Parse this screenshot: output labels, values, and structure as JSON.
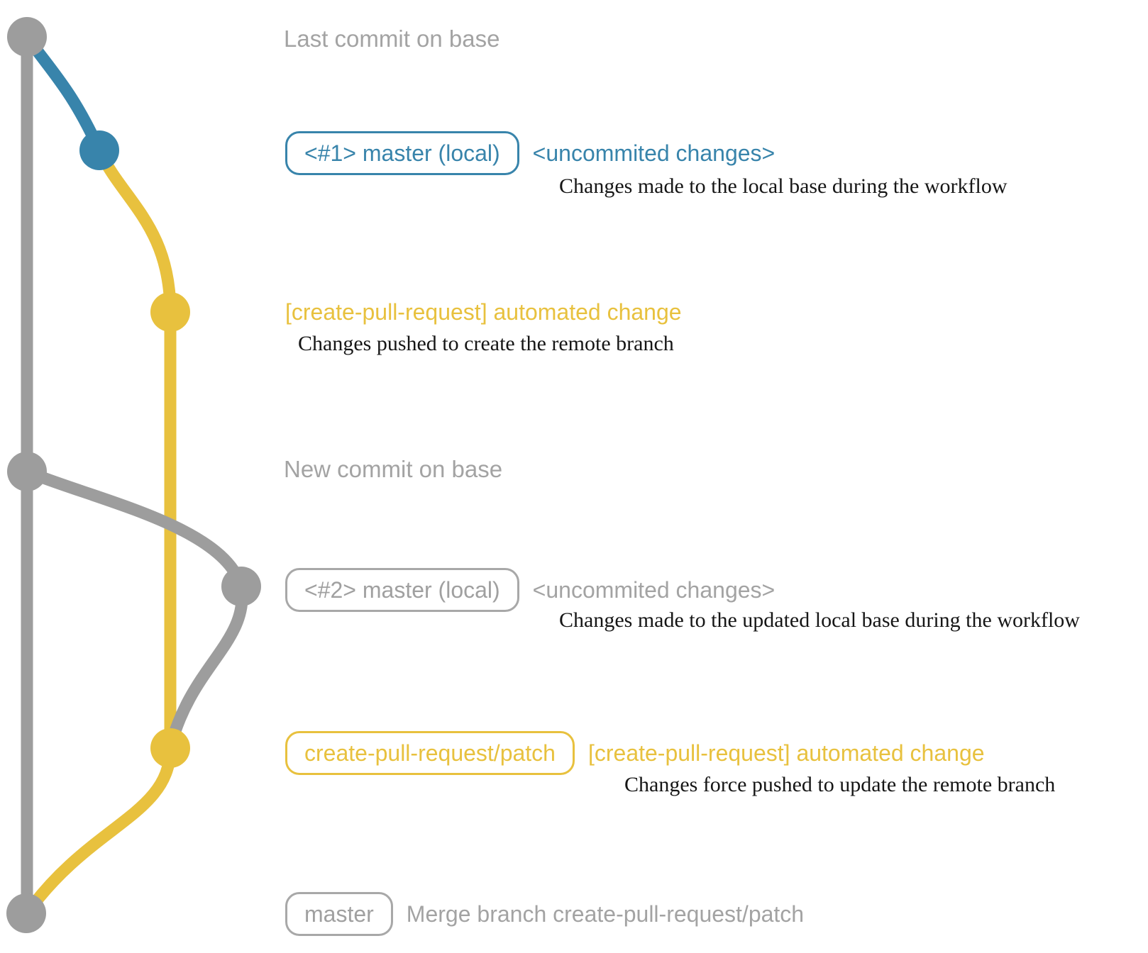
{
  "colors": {
    "graph_gray": "#9d9d9d",
    "branch_blue": "#3884ab",
    "branch_yellow": "#e8c13e",
    "label_gray": "#a3a3a3",
    "description_ink": "#161616"
  },
  "labels": {
    "last_commit_on_base": "Last commit on base",
    "new_commit_on_base": "New commit on base"
  },
  "commits": {
    "local1": {
      "badge": "<#1> master (local)",
      "message": "<uncommited changes>",
      "description": "Changes made to the local base during the workflow"
    },
    "patch1": {
      "message": "[create-pull-request] automated change",
      "description": "Changes pushed to create the remote branch"
    },
    "local2": {
      "badge": "<#2> master (local)",
      "message": "<uncommited changes>",
      "description": "Changes made to the updated local base during the workflow"
    },
    "patch2": {
      "badge": "create-pull-request/patch",
      "message": "[create-pull-request] automated change",
      "description": "Changes force pushed to update the remote branch"
    },
    "merge": {
      "badge": "master",
      "message": "Merge branch create-pull-request/patch"
    }
  }
}
